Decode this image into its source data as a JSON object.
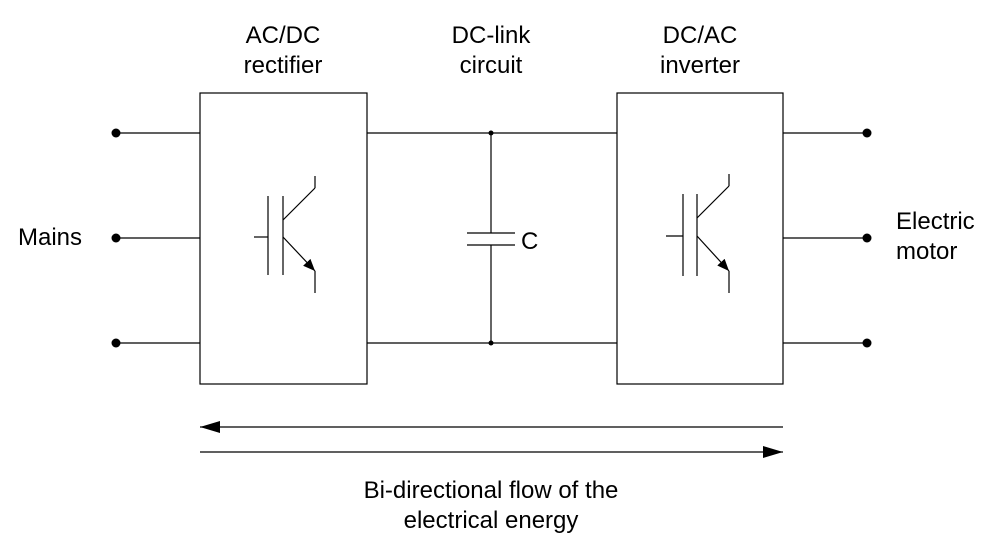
{
  "blocks": {
    "rectifier": {
      "line1": "AC/DC",
      "line2": "rectifier"
    },
    "dclink": {
      "line1": "DC-link",
      "line2": "circuit"
    },
    "inverter": {
      "line1": "DC/AC",
      "line2": "inverter"
    }
  },
  "source": {
    "label": "Mains"
  },
  "load": {
    "line1": "Electric",
    "line2": "motor"
  },
  "capacitor": {
    "label": "C"
  },
  "energy_flow": {
    "line1": "Bi-directional flow of the",
    "line2": "electrical energy"
  },
  "colors": {
    "stroke": "#000000",
    "background": "#ffffff"
  }
}
